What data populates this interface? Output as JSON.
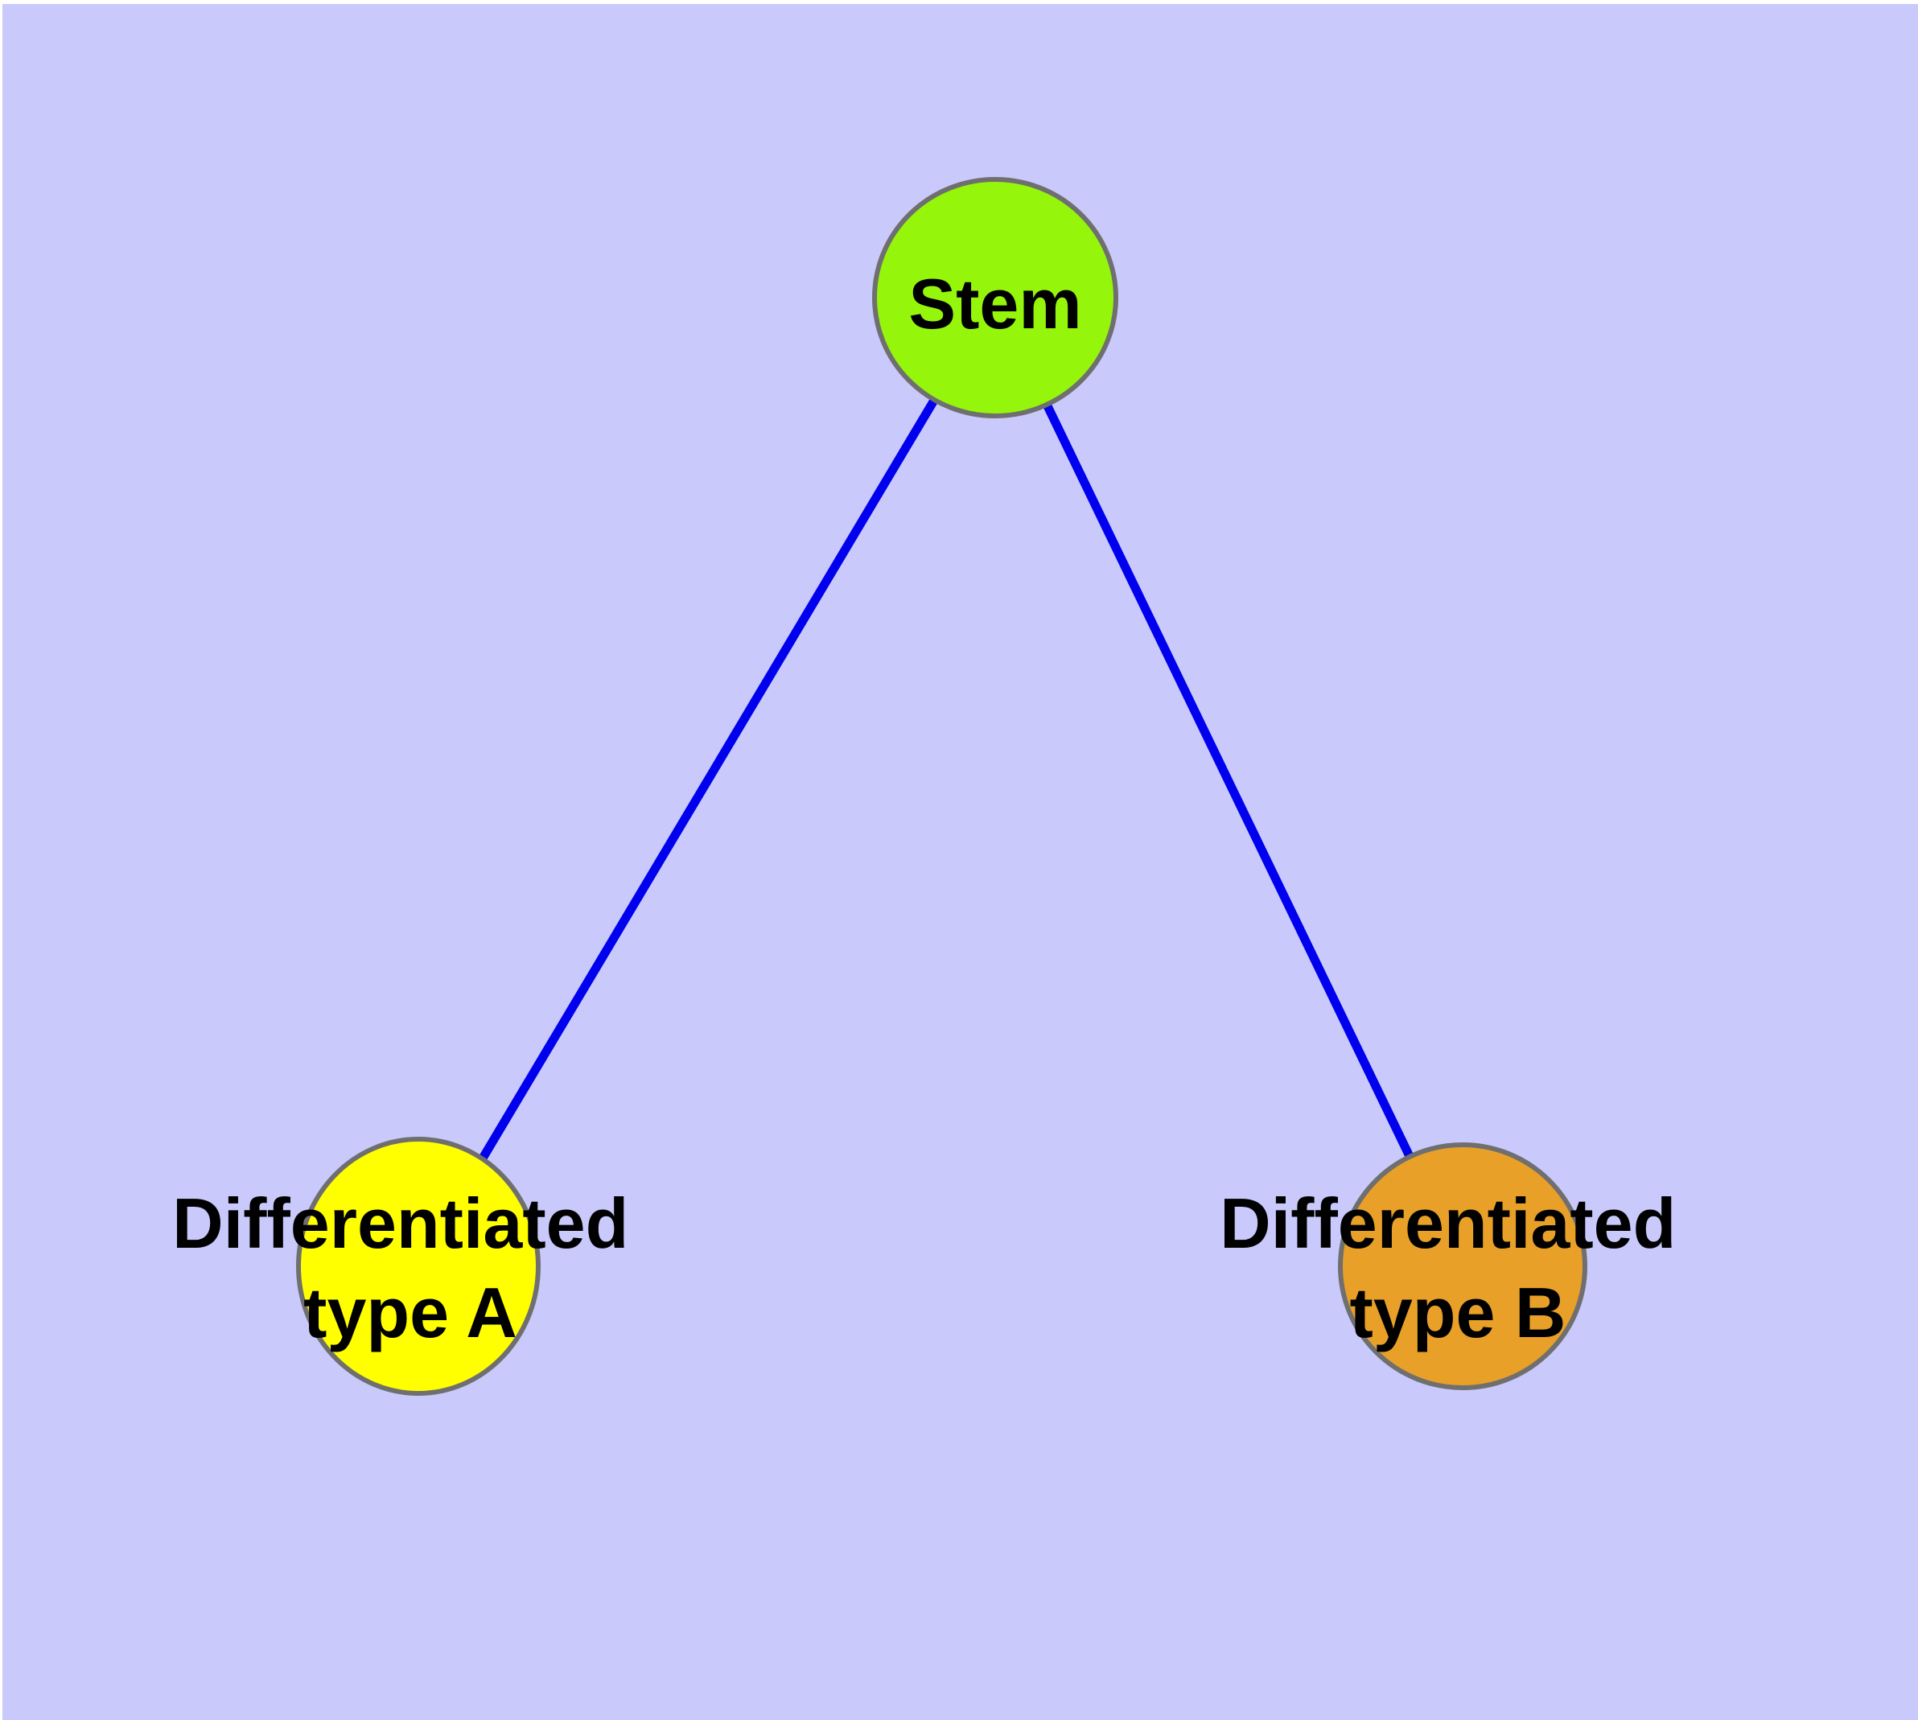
{
  "diagram": {
    "background_color": "#C9C9FB",
    "page_margin_color": "#FFFFFF",
    "edge_color": "#0000EE",
    "node_border_color": "#6F6F6F",
    "text_color": "#000000",
    "nodes": [
      {
        "id": "stem",
        "label": "Stem",
        "line1": "Stem",
        "fill": "#95F60B"
      },
      {
        "id": "differentiated-type-a",
        "label": "Differentiated type A",
        "line1": "Differentiated",
        "line2": "type A",
        "fill": "#FFFF00"
      },
      {
        "id": "differentiated-type-b",
        "label": "Differentiated type B",
        "line1": "Differentiated",
        "line2": "type B",
        "fill": "#E8A028"
      }
    ],
    "edges": [
      {
        "from": "Stem",
        "to": "Differentiated type A"
      },
      {
        "from": "Stem",
        "to": "Differentiated type B"
      }
    ]
  }
}
